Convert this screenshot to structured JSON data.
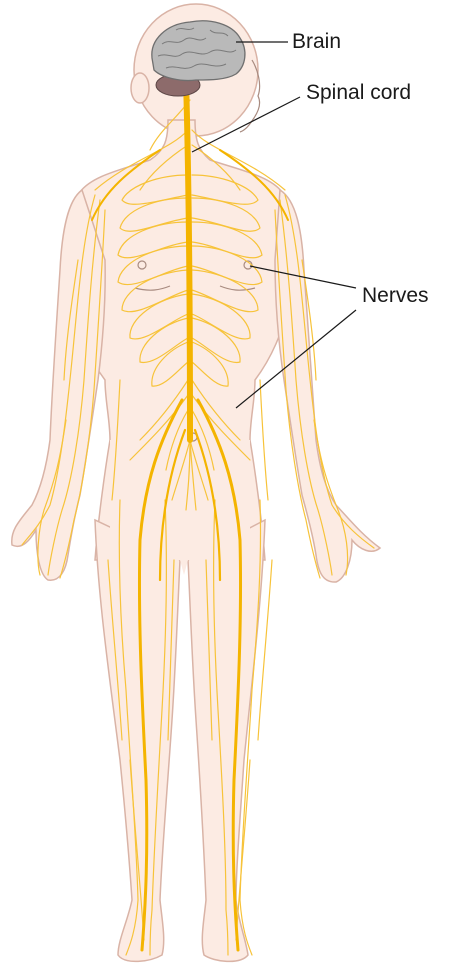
{
  "labels": {
    "brain": "Brain",
    "spinal_cord": "Spinal cord",
    "nerves": "Nerves"
  },
  "colors": {
    "skin_fill": "#fcebe3",
    "skin_outline": "#d9b3a6",
    "nerve": "#f7c33a",
    "nerve_major": "#f4b400",
    "brain": "#b9b9b9",
    "brain_outline": "#6f6f6f",
    "cerebellum": "#8d6b6b",
    "leader_line": "#1a1a1a"
  }
}
